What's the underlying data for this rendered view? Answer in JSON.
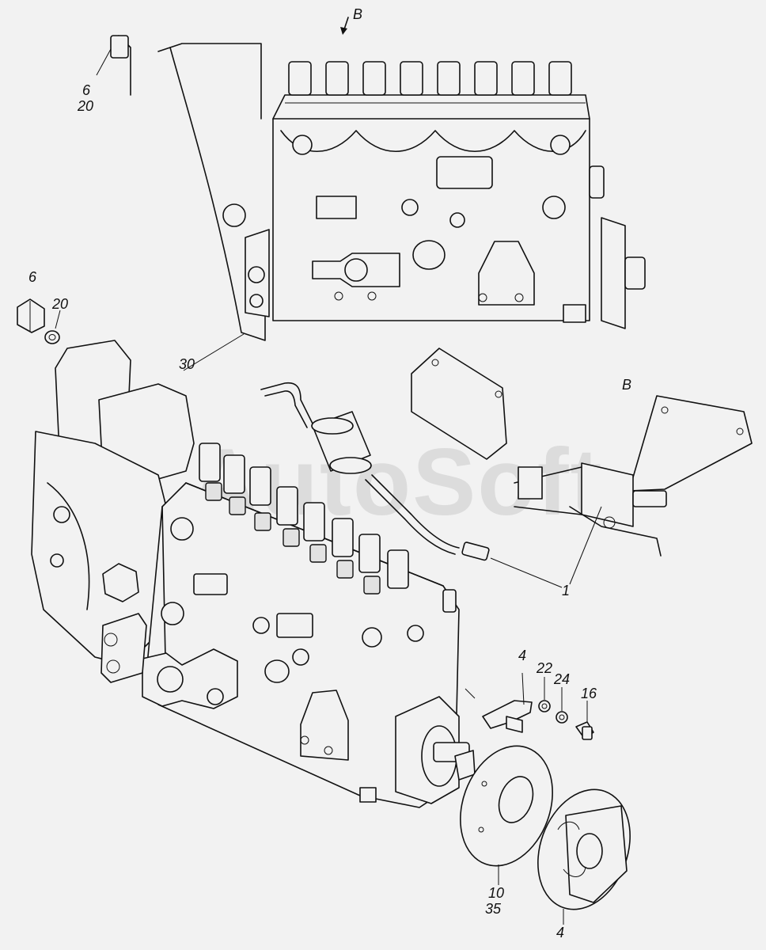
{
  "watermark": "AutoSoft",
  "view_label_top": "B",
  "view_label_detail": "B",
  "callouts": {
    "c6_top": "6",
    "c20_top": "20",
    "c6_left": "6",
    "c20_left": "20",
    "c30": "30",
    "c1": "1",
    "c4_top": "4",
    "c22": "22",
    "c24": "24",
    "c16": "16",
    "c10": "10",
    "c35": "35",
    "c4_bottom": "4"
  }
}
